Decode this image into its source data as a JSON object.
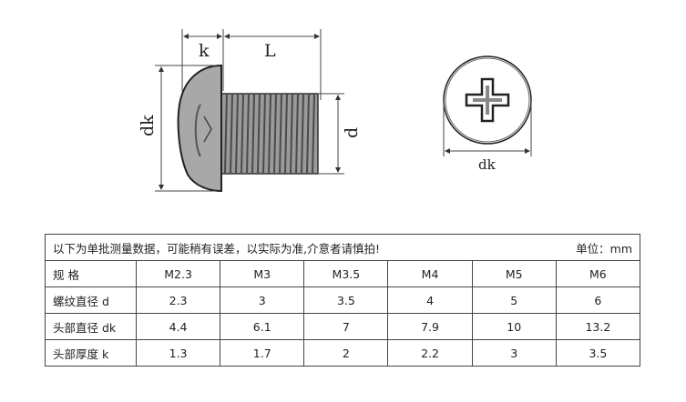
{
  "drawing": {
    "side_view": {
      "label_k": "k",
      "label_L": "L",
      "label_dk": "dk",
      "label_d": "d"
    },
    "top_view": {
      "label_dk": "dk"
    }
  },
  "table": {
    "note": "以下为单批测量数据，可能稍有误差，以实际为准,介意者请慎拍!",
    "unit": "单位：mm",
    "rows": [
      {
        "label": "规 格",
        "values": [
          "M2.3",
          "M3",
          "M3.5",
          "M4",
          "M5",
          "M6"
        ]
      },
      {
        "label": "螺纹直径 d",
        "values": [
          "2.3",
          "3",
          "3.5",
          "4",
          "5",
          "6"
        ]
      },
      {
        "label": "头部直径 dk",
        "values": [
          "4.4",
          "6.1",
          "7",
          "7.9",
          "10",
          "13.2"
        ]
      },
      {
        "label": "头部厚度 k",
        "values": [
          "1.3",
          "1.7",
          "2",
          "2.2",
          "3",
          "3.5"
        ]
      }
    ]
  }
}
